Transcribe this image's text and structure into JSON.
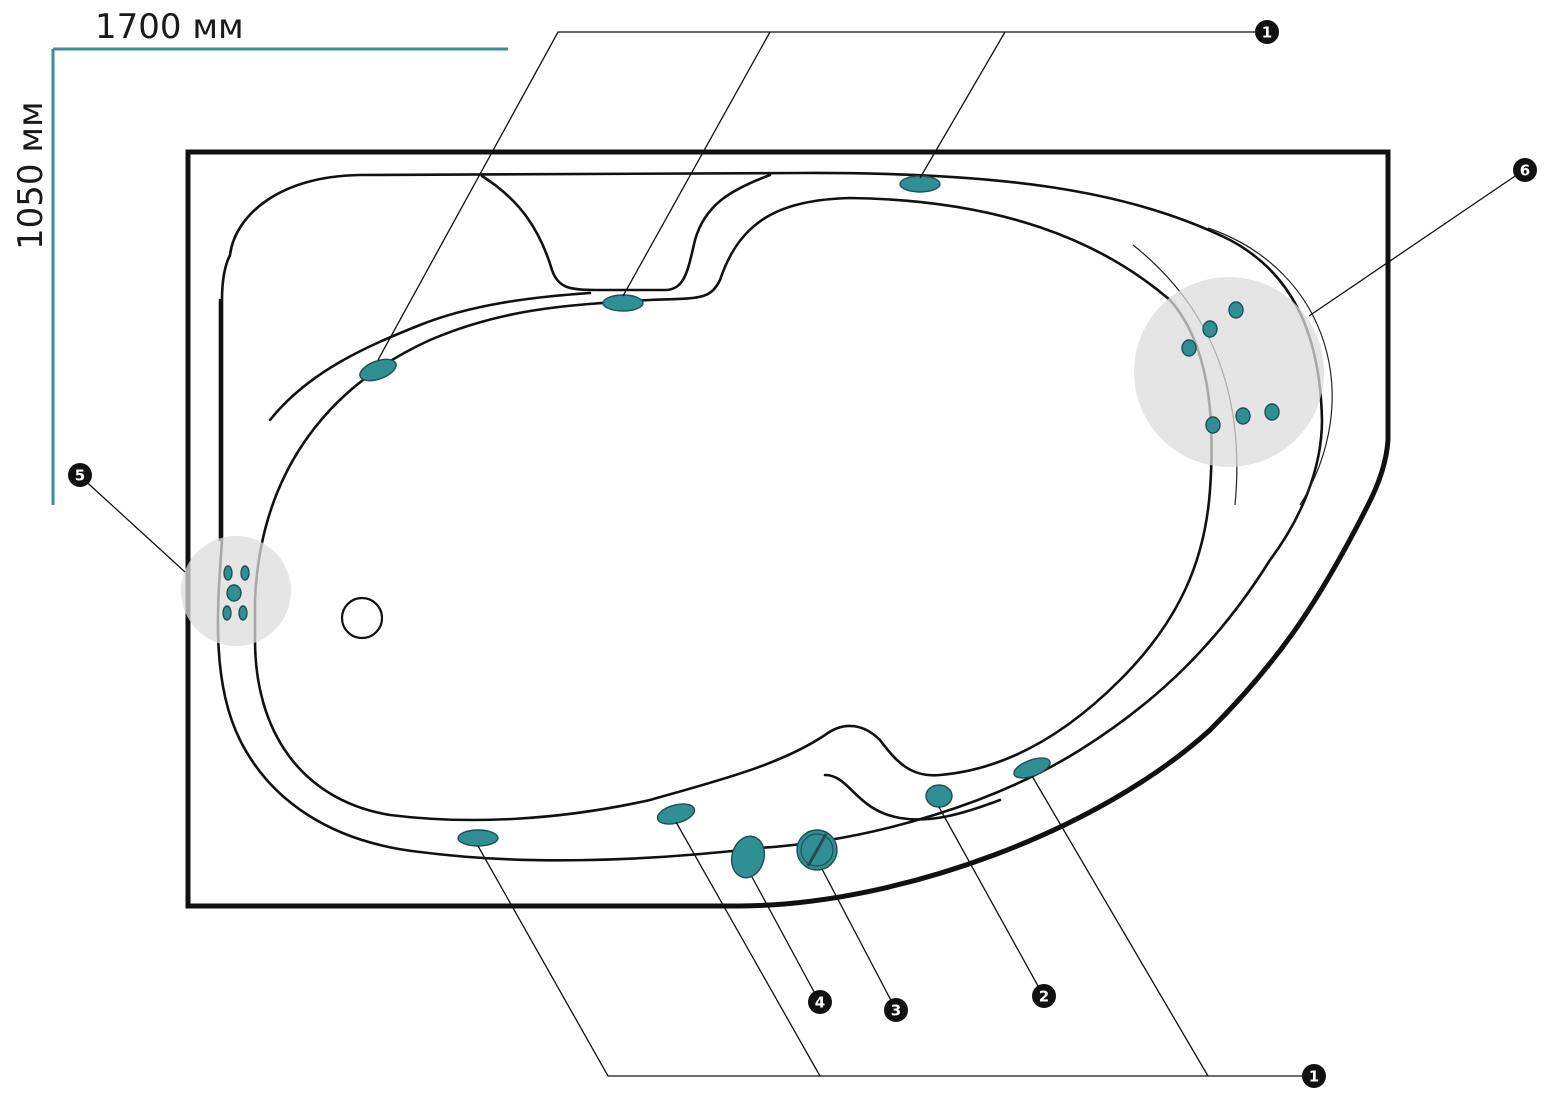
{
  "dimensions": {
    "width_label": "1700 мм",
    "height_label": "1050 мм"
  },
  "callouts": {
    "top": "1",
    "bottom": "1",
    "c2": "2",
    "c3": "3",
    "c4": "4",
    "c5": "5",
    "c6": "6"
  },
  "colors": {
    "accent": "#3a8f95",
    "jet": "#2f8f94",
    "outline": "#111111",
    "zone": "#dcdcdc"
  }
}
